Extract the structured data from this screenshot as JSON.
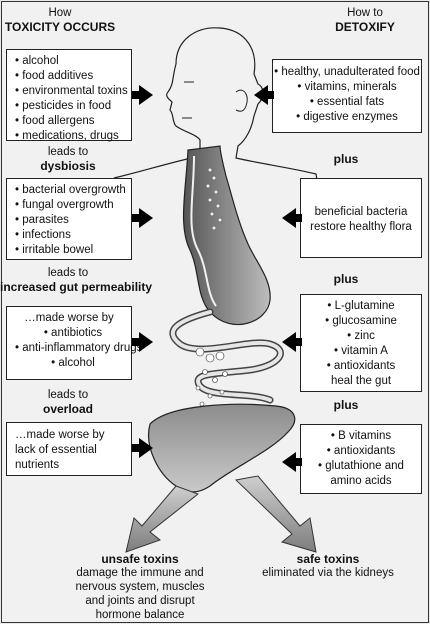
{
  "left_header": {
    "line1": "How",
    "line2": "TOXICITY OCCURS"
  },
  "right_header": {
    "line1": "How to",
    "line2": "DETOXIFY"
  },
  "left_boxes": [
    {
      "items": [
        "alcohol",
        "food additives",
        "environmental toxins",
        "pesticides in food",
        "food allergens",
        "medications, drugs"
      ]
    },
    {
      "items": [
        "bacterial overgrowth",
        "fungal overgrowth",
        "parasites",
        "infections",
        "irritable bowel"
      ]
    },
    {
      "lead": "…made worse by",
      "items": [
        "antibiotics",
        "anti-inflammatory drugs",
        "alcohol"
      ]
    },
    {
      "text": [
        "…made worse by",
        "lack of essential",
        "nutrients"
      ]
    }
  ],
  "left_labels": [
    {
      "line1": "leads to",
      "line2": "dysbiosis"
    },
    {
      "line1": "leads to",
      "line2": "increased gut permeability"
    },
    {
      "line1": "leads to",
      "line2": "overload"
    }
  ],
  "right_boxes": [
    {
      "items": [
        "healthy, unadulterated food",
        "vitamins, minerals",
        "essential fats",
        "digestive enzymes"
      ]
    },
    {
      "text": [
        "beneficial bacteria",
        "restore healthy flora"
      ]
    },
    {
      "items": [
        "L-glutamine",
        "glucosamine",
        "zinc",
        "vitamin A",
        "antioxidants"
      ],
      "tail": "heal the gut"
    },
    {
      "items": [
        "B vitamins",
        "antioxidants",
        "glutathione and"
      ],
      "tail": "amino acids"
    }
  ],
  "right_labels": [
    "plus",
    "plus",
    "plus"
  ],
  "bottom_left": {
    "title": "unsafe toxins",
    "text": [
      "damage the immune and",
      "nervous system, muscles",
      "and joints and disrupt",
      "hormone balance"
    ]
  },
  "bottom_right": {
    "title": "safe toxins",
    "text": [
      "eliminated via the kidneys"
    ]
  }
}
